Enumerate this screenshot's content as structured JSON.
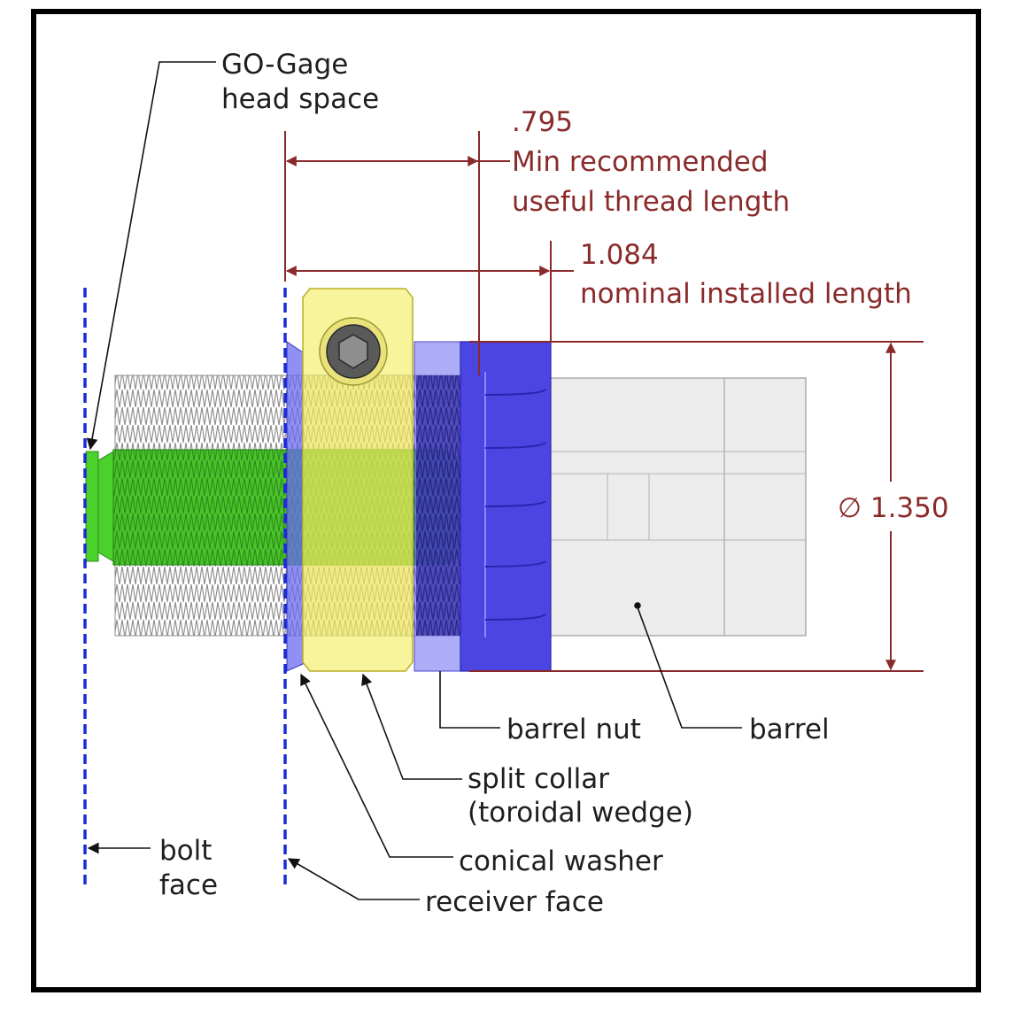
{
  "labels": {
    "go_gage_line1": "GO-Gage",
    "go_gage_line2": "head space",
    "barrel_nut": "barrel nut",
    "barrel": "barrel",
    "split_collar_line1": "split collar",
    "split_collar_line2": "(toroidal wedge)",
    "conical_washer": "conical washer",
    "receiver_face": "receiver face",
    "bolt_face_line1": "bolt",
    "bolt_face_line2": "face"
  },
  "dimensions": {
    "thread_value": ".795",
    "thread_line1": "Min recommended",
    "thread_line2": "useful thread length",
    "installed_value": "1.084",
    "installed_line1": "nominal installed length",
    "diameter_value": "∅ 1.350"
  },
  "colors": {
    "dimension": "#8a2a2a",
    "face_line": "#1a2ad8",
    "go_gage": "#3fbf2a",
    "split_collar": "#ece65a",
    "barrel_nut": "#5a55e6",
    "barrel": "#e6e6e6",
    "thread": "#9a9a9a",
    "frame": "#000000"
  },
  "icons": [
    "socket-head-cap-screw-icon"
  ]
}
